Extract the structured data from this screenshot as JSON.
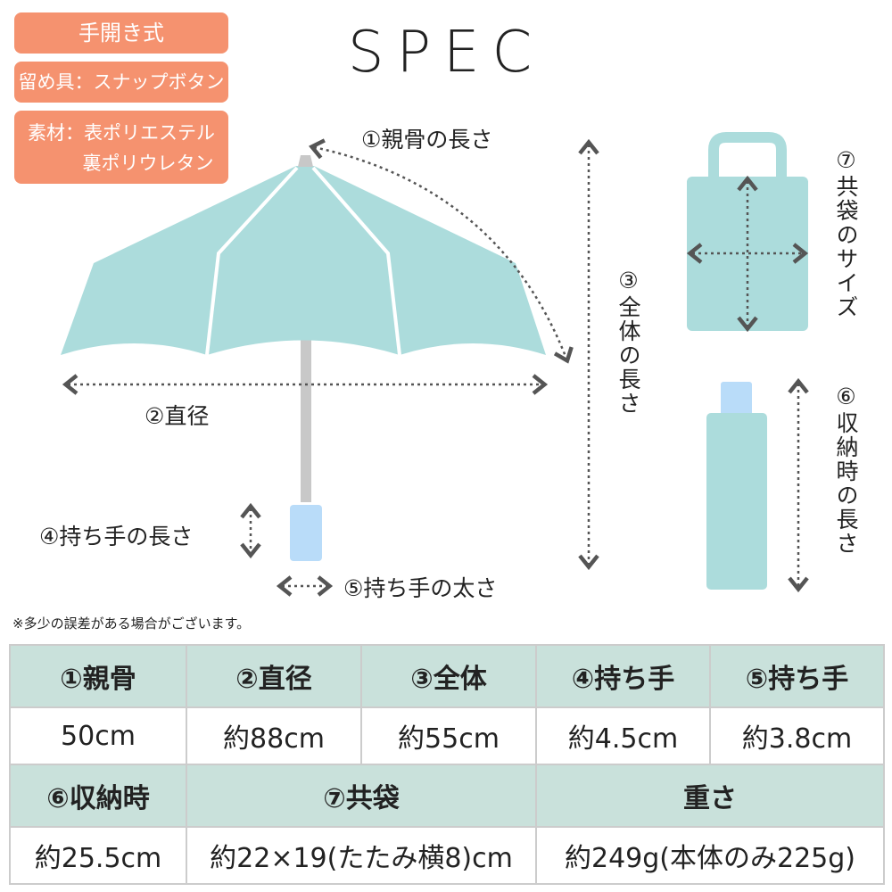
{
  "tags": [
    "手開き式",
    "留め具：スナップボタン",
    "素材：表ポリエステル",
    "裏ポリウレタン"
  ],
  "title": "SPEC",
  "labels": {
    "rib": "①親骨の長さ",
    "diameter": "②直径",
    "total": "③全体の長さ",
    "grip_len": "④持ち手の長さ",
    "grip_thick": "⑤持ち手の太さ",
    "stored": "⑥収納時の長さ",
    "bag": "⑦共袋のサイズ"
  },
  "note": "※多少の誤差がある場合がございます。",
  "table": {
    "row1_headers": [
      "①親骨",
      "②直径",
      "③全体",
      "④持ち手",
      "⑤持ち手"
    ],
    "row1_values": [
      "50cm",
      "約88cm",
      "約55cm",
      "約4.5cm",
      "約3.8cm"
    ],
    "row2_headers": [
      "⑥収納時",
      "⑦共袋",
      "重さ"
    ],
    "row2_values": [
      "約25.5cm",
      "約22×19(たたみ横8)cm",
      "約249g(本体のみ225g)"
    ]
  },
  "colors": {
    "tag": "#f5926f",
    "canopy": "#acdcdc",
    "handle": "#b9dcf9",
    "header": "#c9e1db"
  }
}
